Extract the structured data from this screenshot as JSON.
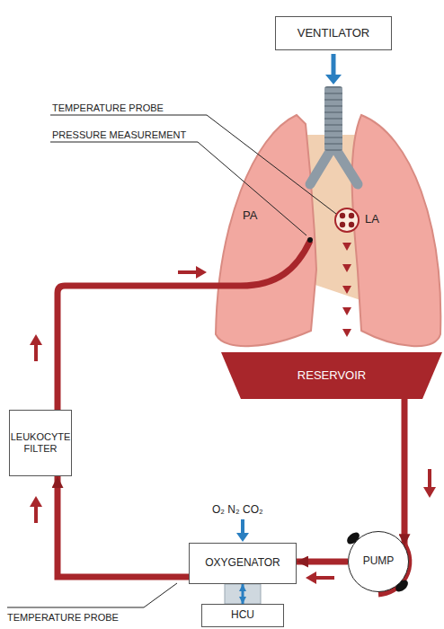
{
  "diagram": {
    "nodes": [
      {
        "text": [
          "VENTILATOR"
        ]
      },
      {
        "text": [
          "RESERVOIR"
        ]
      },
      {
        "text": [
          "LEUKOCYTE FILTER"
        ]
      },
      {
        "text": [
          "PUMP"
        ]
      },
      {
        "text": [
          "OXYGENATOR"
        ]
      },
      {
        "text": [
          "HCU"
        ]
      }
    ],
    "edges": [
      {
        "from": 1,
        "to": 3,
        "arrow": "to"
      },
      {
        "from": 3,
        "to": 4,
        "arrow": "to"
      },
      {
        "from": 4,
        "to": 2,
        "arrow": "to"
      },
      {
        "from": 5,
        "to": 4,
        "arrow": "both"
      }
    ],
    "labels": [
      "TEMPERATURE PROBE",
      "PRESSURE MEASUREMENT",
      "PA",
      "LA",
      "O₂ N₂ CO₂",
      "TEMPERATURE PROBE"
    ]
  }
}
